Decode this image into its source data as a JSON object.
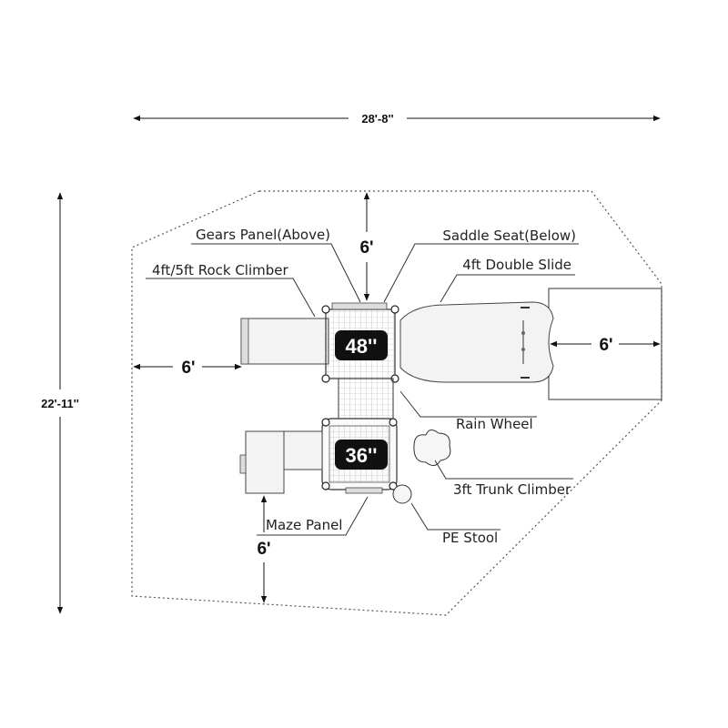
{
  "dimensions": {
    "overall_width": "28'-8''",
    "overall_depth": "22'-11''",
    "top_clearance": "6'",
    "left_clearance": "6'",
    "right_clearance": "6'",
    "bottom_clearance": "6'"
  },
  "decks": {
    "upper_height": "48''",
    "lower_height": "36''"
  },
  "labels": {
    "gears_panel": "Gears Panel(Above)",
    "saddle_seat": "Saddle Seat(Below)",
    "rock_climber": "4ft/5ft Rock Climber",
    "double_slide": "4ft Double Slide",
    "rain_wheel": "Rain Wheel",
    "trunk_climber": "3ft Trunk Climber",
    "maze_panel": "Maze Panel",
    "pe_stool": "PE Stool"
  },
  "colors": {
    "line": "#333333",
    "deck_badge": "#111111",
    "equipment_fill": "#f3f3f3"
  }
}
